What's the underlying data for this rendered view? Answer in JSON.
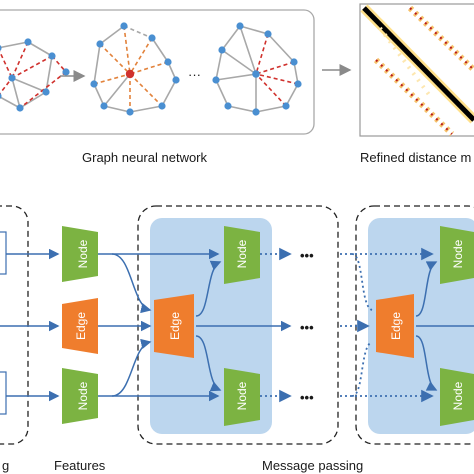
{
  "top_panel": {
    "caption_gnn": "Graph neural network",
    "caption_distance": "Refined distance m",
    "ellipsis": "···"
  },
  "bottom_panel": {
    "label_features": "Features",
    "label_message_passing": "Message passing",
    "label_left_partial": "g",
    "node_label": "Node",
    "edge_label": "Edge",
    "ellipsis": "•••"
  },
  "colors": {
    "node_green": "#7cb342",
    "edge_orange": "#ef7d2d",
    "mp_box_fill": "#bcd6ee",
    "arrow_blue": "#3c6fb0",
    "graph_edge_gray": "#a8a8a8",
    "graph_edge_red": "#d0312d",
    "graph_node_blue": "#4a8fd1"
  }
}
